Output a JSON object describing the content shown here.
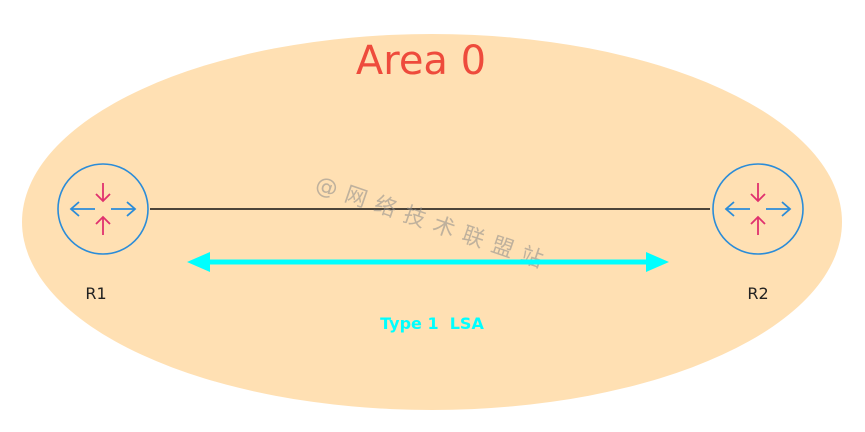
{
  "area": {
    "title": "Area 0"
  },
  "routers": [
    {
      "name": "R1"
    },
    {
      "name": "R2"
    }
  ],
  "lsa": {
    "label": "Type 1  LSA"
  },
  "watermark": {
    "text": "@网络技术联盟站"
  },
  "colors": {
    "area_fill": "#FFE0B3",
    "title": "#EE4B3C",
    "router_stroke": "#2B8CD8",
    "router_arrows_in": "#E0306E",
    "router_arrows_out": "#2B8CD8",
    "link": "#111111",
    "lsa": "#00FFFF",
    "watermark": "#8A8A8A"
  },
  "icons": {
    "router": "router-icon"
  }
}
